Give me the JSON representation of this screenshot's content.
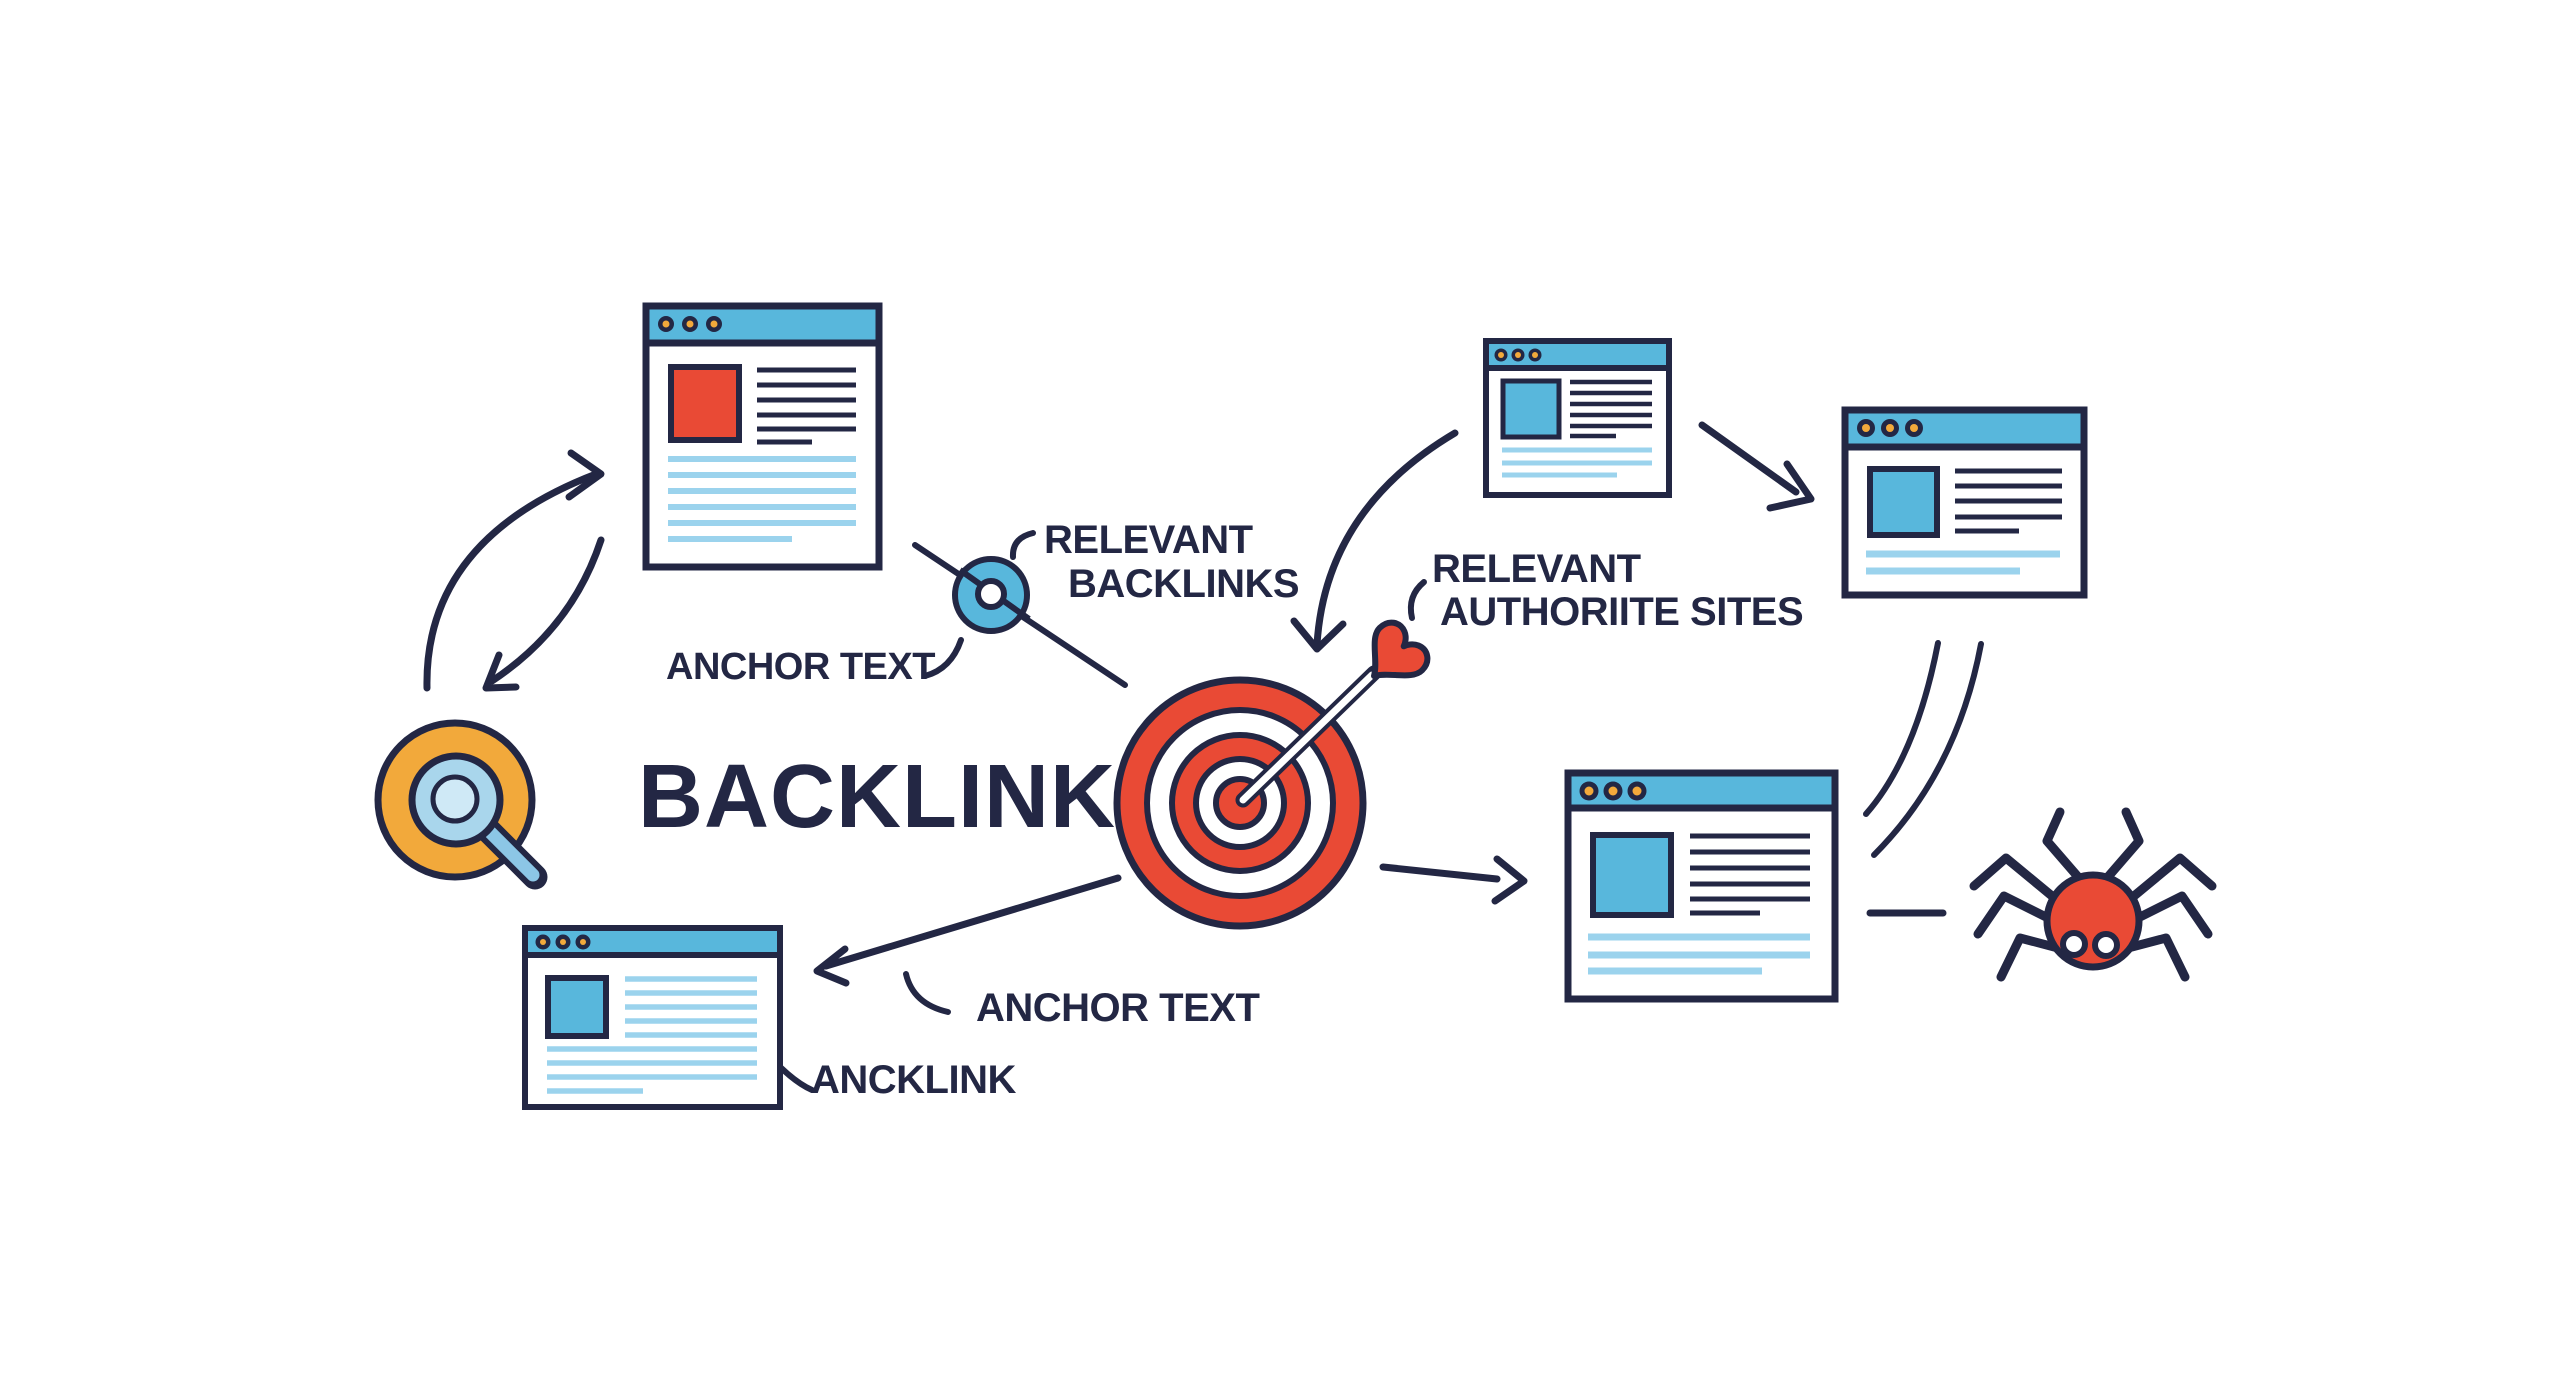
{
  "diagram": {
    "title": "BACKLINK",
    "labels": {
      "anchor_text_top": "ANCHOR TEXT",
      "relevant_backlinks_line1": "RELEVANT",
      "relevant_backlinks_line2": "BACKLINKS",
      "relevant_authority_line1": "RELEVANT",
      "relevant_authority_line2": "AUTHORIITE SITES",
      "anchor_text_bottom": "ANCHOR TEXT",
      "ancklink": "ANCKLINK"
    },
    "icons": [
      "browser-window-icon-top-left",
      "browser-window-icon-top-middle",
      "browser-window-icon-top-right",
      "browser-window-icon-right",
      "browser-window-icon-bottom-left",
      "search-magnifier-icon",
      "donut-chart-icon",
      "target-arrow-heart-icon",
      "spider-crawler-icon"
    ],
    "colors": {
      "navy": "#232744",
      "blue": "#58b7dc",
      "light_blue": "#9bd3ed",
      "red": "#e94a35",
      "yellow": "#f2a93b",
      "background": "#ffffff"
    }
  }
}
